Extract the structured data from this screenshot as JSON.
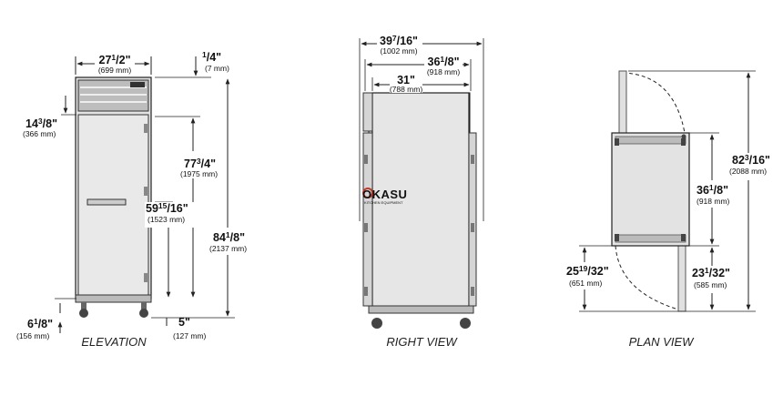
{
  "views": {
    "elevation": {
      "caption": "ELEVATION",
      "width": {
        "main": "27",
        "sup": "1",
        "den": "/2\"",
        "mm": "(699 mm)"
      },
      "top_gap": {
        "main": "",
        "sup": "1",
        "den": "/4\"",
        "mm": "(7 mm)"
      },
      "door_offset": {
        "main": "14",
        "sup": "3",
        "den": "/8\"",
        "mm": "(366 mm)"
      },
      "door_height": {
        "main": "77",
        "sup": "3",
        "den": "/4\"",
        "mm": "(1975 mm)"
      },
      "handle_height": {
        "main": "59",
        "sup": "15",
        "den": "/16\"",
        "mm": "(1523 mm)"
      },
      "overall_height": {
        "main": "84",
        "sup": "1",
        "den": "/8\"",
        "mm": "(2137 mm)"
      },
      "leg_height": {
        "main": "6",
        "sup": "1",
        "den": "/8\"",
        "mm": "(156 mm)"
      },
      "caster": {
        "main": "5\"",
        "sup": "",
        "den": "",
        "mm": "(127 mm)"
      }
    },
    "right_view": {
      "caption": "RIGHT VIEW",
      "overall_depth": {
        "main": "39",
        "sup": "7",
        "den": "/16\"",
        "mm": "(1002 mm)"
      },
      "body_depth": {
        "main": "36",
        "sup": "1",
        "den": "/8\"",
        "mm": "(918 mm)"
      },
      "cabinet_depth": {
        "main": "31\"",
        "sup": "",
        "den": "",
        "mm": "(788 mm)"
      }
    },
    "plan_view": {
      "caption": "PLAN VIEW",
      "total_with_door": {
        "main": "82",
        "sup": "3",
        "den": "/16\"",
        "mm": "(2088 mm)"
      },
      "depth": {
        "main": "36",
        "sup": "1",
        "den": "/8\"",
        "mm": "(918 mm)"
      },
      "door_swing_left": {
        "main": "25",
        "sup": "19",
        "den": "/32\"",
        "mm": "(651 mm)"
      },
      "door_swing_right": {
        "main": "23",
        "sup": "1",
        "den": "/32\"",
        "mm": "(585 mm)"
      }
    }
  },
  "watermark": {
    "logo": "OKASU",
    "sub": "KITCHEN EQUIPMENT"
  },
  "colors": {
    "line": "#222222",
    "body": "#e6e6e6",
    "panel": "#cfcfcf",
    "dark": "#555555"
  }
}
